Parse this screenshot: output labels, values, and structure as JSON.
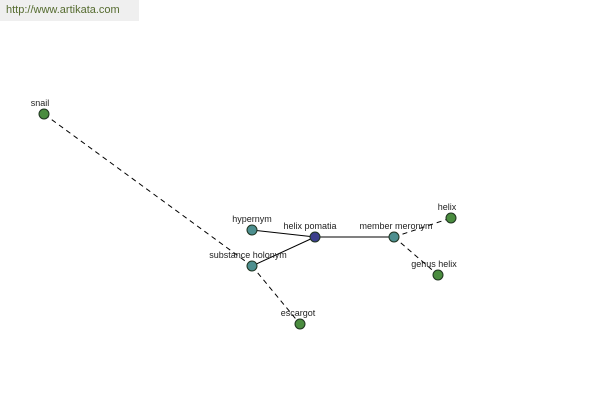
{
  "banner": {
    "url_text": "http://www.artikata.com"
  },
  "colors": {
    "center_node": "#3c3f8c",
    "relation_node": "#4d8f8f",
    "word_node": "#4a8c3f",
    "node_stroke": "#1f3320",
    "edge": "#000000"
  },
  "nodes": [
    {
      "id": "helix-pomatia",
      "label": "helix pomatia",
      "kind": "center"
    },
    {
      "id": "hypernym",
      "label": "hypernym",
      "kind": "relation"
    },
    {
      "id": "substance-holonym",
      "label": "substance holonym",
      "kind": "relation"
    },
    {
      "id": "member-meronym",
      "label": "member meronym",
      "kind": "relation"
    },
    {
      "id": "snail",
      "label": "snail",
      "kind": "word"
    },
    {
      "id": "escargot",
      "label": "escargot",
      "kind": "word"
    },
    {
      "id": "helix",
      "label": "helix",
      "kind": "word"
    },
    {
      "id": "genus-helix",
      "label": "genus helix",
      "kind": "word"
    }
  ],
  "edges": [
    {
      "from": "helix-pomatia",
      "to": "hypernym",
      "style": "solid"
    },
    {
      "from": "helix-pomatia",
      "to": "substance-holonym",
      "style": "solid"
    },
    {
      "from": "helix-pomatia",
      "to": "member-meronym",
      "style": "solid"
    },
    {
      "from": "substance-holonym",
      "to": "snail",
      "style": "dashed"
    },
    {
      "from": "substance-holonym",
      "to": "escargot",
      "style": "dashed"
    },
    {
      "from": "member-meronym",
      "to": "helix",
      "style": "dashed"
    },
    {
      "from": "member-meronym",
      "to": "genus-helix",
      "style": "dashed"
    }
  ]
}
